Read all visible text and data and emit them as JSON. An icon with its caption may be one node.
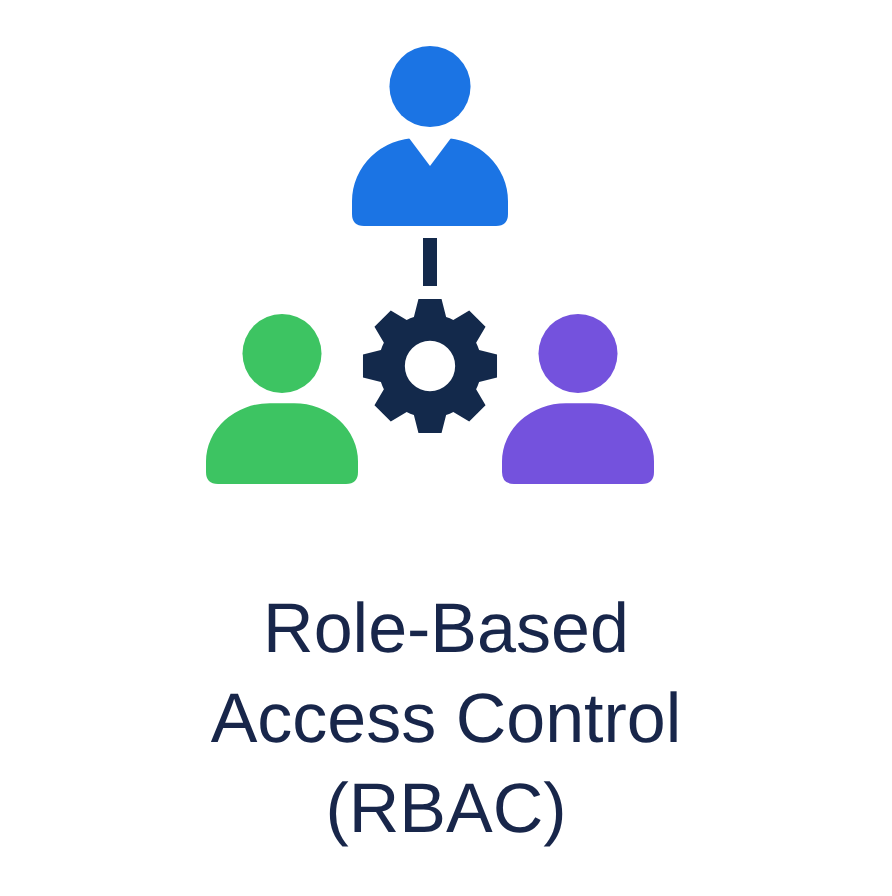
{
  "diagram": {
    "title": "Role-Based Access Control (RBAC)",
    "nodes": [
      {
        "text": [],
        "shape": "person"
      },
      {
        "text": [],
        "shape": "person"
      },
      {
        "text": [],
        "shape": "gear"
      },
      {
        "text": [],
        "shape": "person"
      }
    ],
    "edges": [
      {
        "from": 0,
        "to": 2,
        "arrow": "none"
      }
    ]
  }
}
